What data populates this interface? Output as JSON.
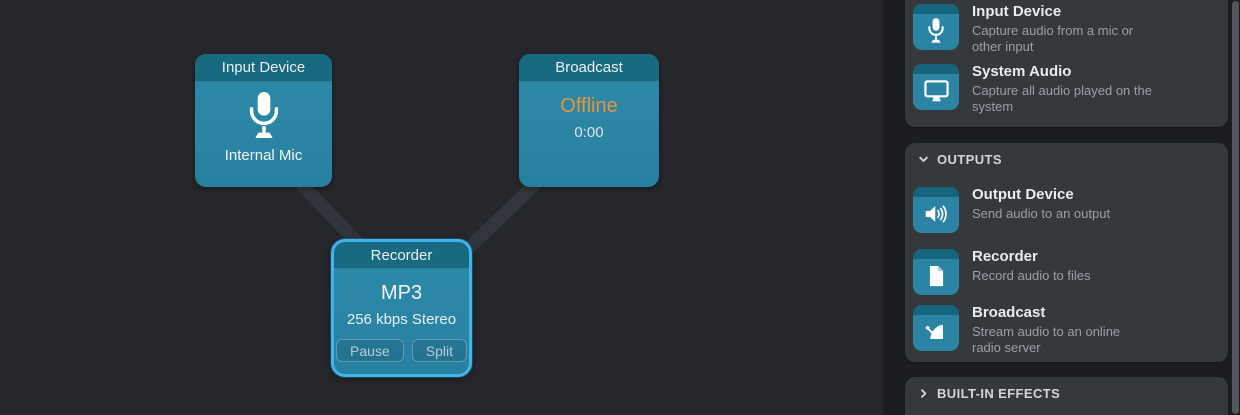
{
  "canvas": {
    "nodes": {
      "input": {
        "title": "Input Device",
        "icon": "microphone-icon",
        "device": "Internal Mic"
      },
      "broadcast": {
        "title": "Broadcast",
        "status": "Offline",
        "timer": "0:00"
      },
      "recorder": {
        "title": "Recorder",
        "selected": true,
        "format": "MP3",
        "settings": "256 kbps Stereo",
        "pause_label": "Pause",
        "split_label": "Split"
      }
    },
    "connections": [
      {
        "from": "input",
        "to": "recorder"
      },
      {
        "from": "broadcast",
        "to": "recorder"
      }
    ]
  },
  "sidebar": {
    "sections": [
      {
        "items": [
          {
            "icon": "microphone-icon",
            "title": "Input Device",
            "description": "Capture audio from a mic or other input"
          },
          {
            "icon": "display-icon",
            "title": "System Audio",
            "description": "Capture all audio played on the system"
          }
        ]
      },
      {
        "label": "OUTPUTS",
        "chevron": "chevron-down-icon",
        "expanded": true,
        "items": [
          {
            "icon": "speaker-icon",
            "title": "Output Device",
            "description": "Send audio to an output"
          },
          {
            "icon": "document-icon",
            "title": "Recorder",
            "description": "Record audio to files"
          },
          {
            "icon": "satellite-dish-icon",
            "title": "Broadcast",
            "description": "Stream audio to an online radio server"
          }
        ]
      },
      {
        "label": "BUILT-IN EFFECTS",
        "chevron": "chevron-right-icon",
        "expanded": false,
        "items": []
      }
    ]
  },
  "colors": {
    "canvas_bg": "#25272c",
    "sidebar_bg": "#1b1d20",
    "panel_bg": "#35383d",
    "node_body": "#2c85a6",
    "node_header": "#186a80",
    "selection_ring": "#41b3ed",
    "status_offline": "#ea943c",
    "wire": "#32363c",
    "scrollbar": "#53575d"
  }
}
